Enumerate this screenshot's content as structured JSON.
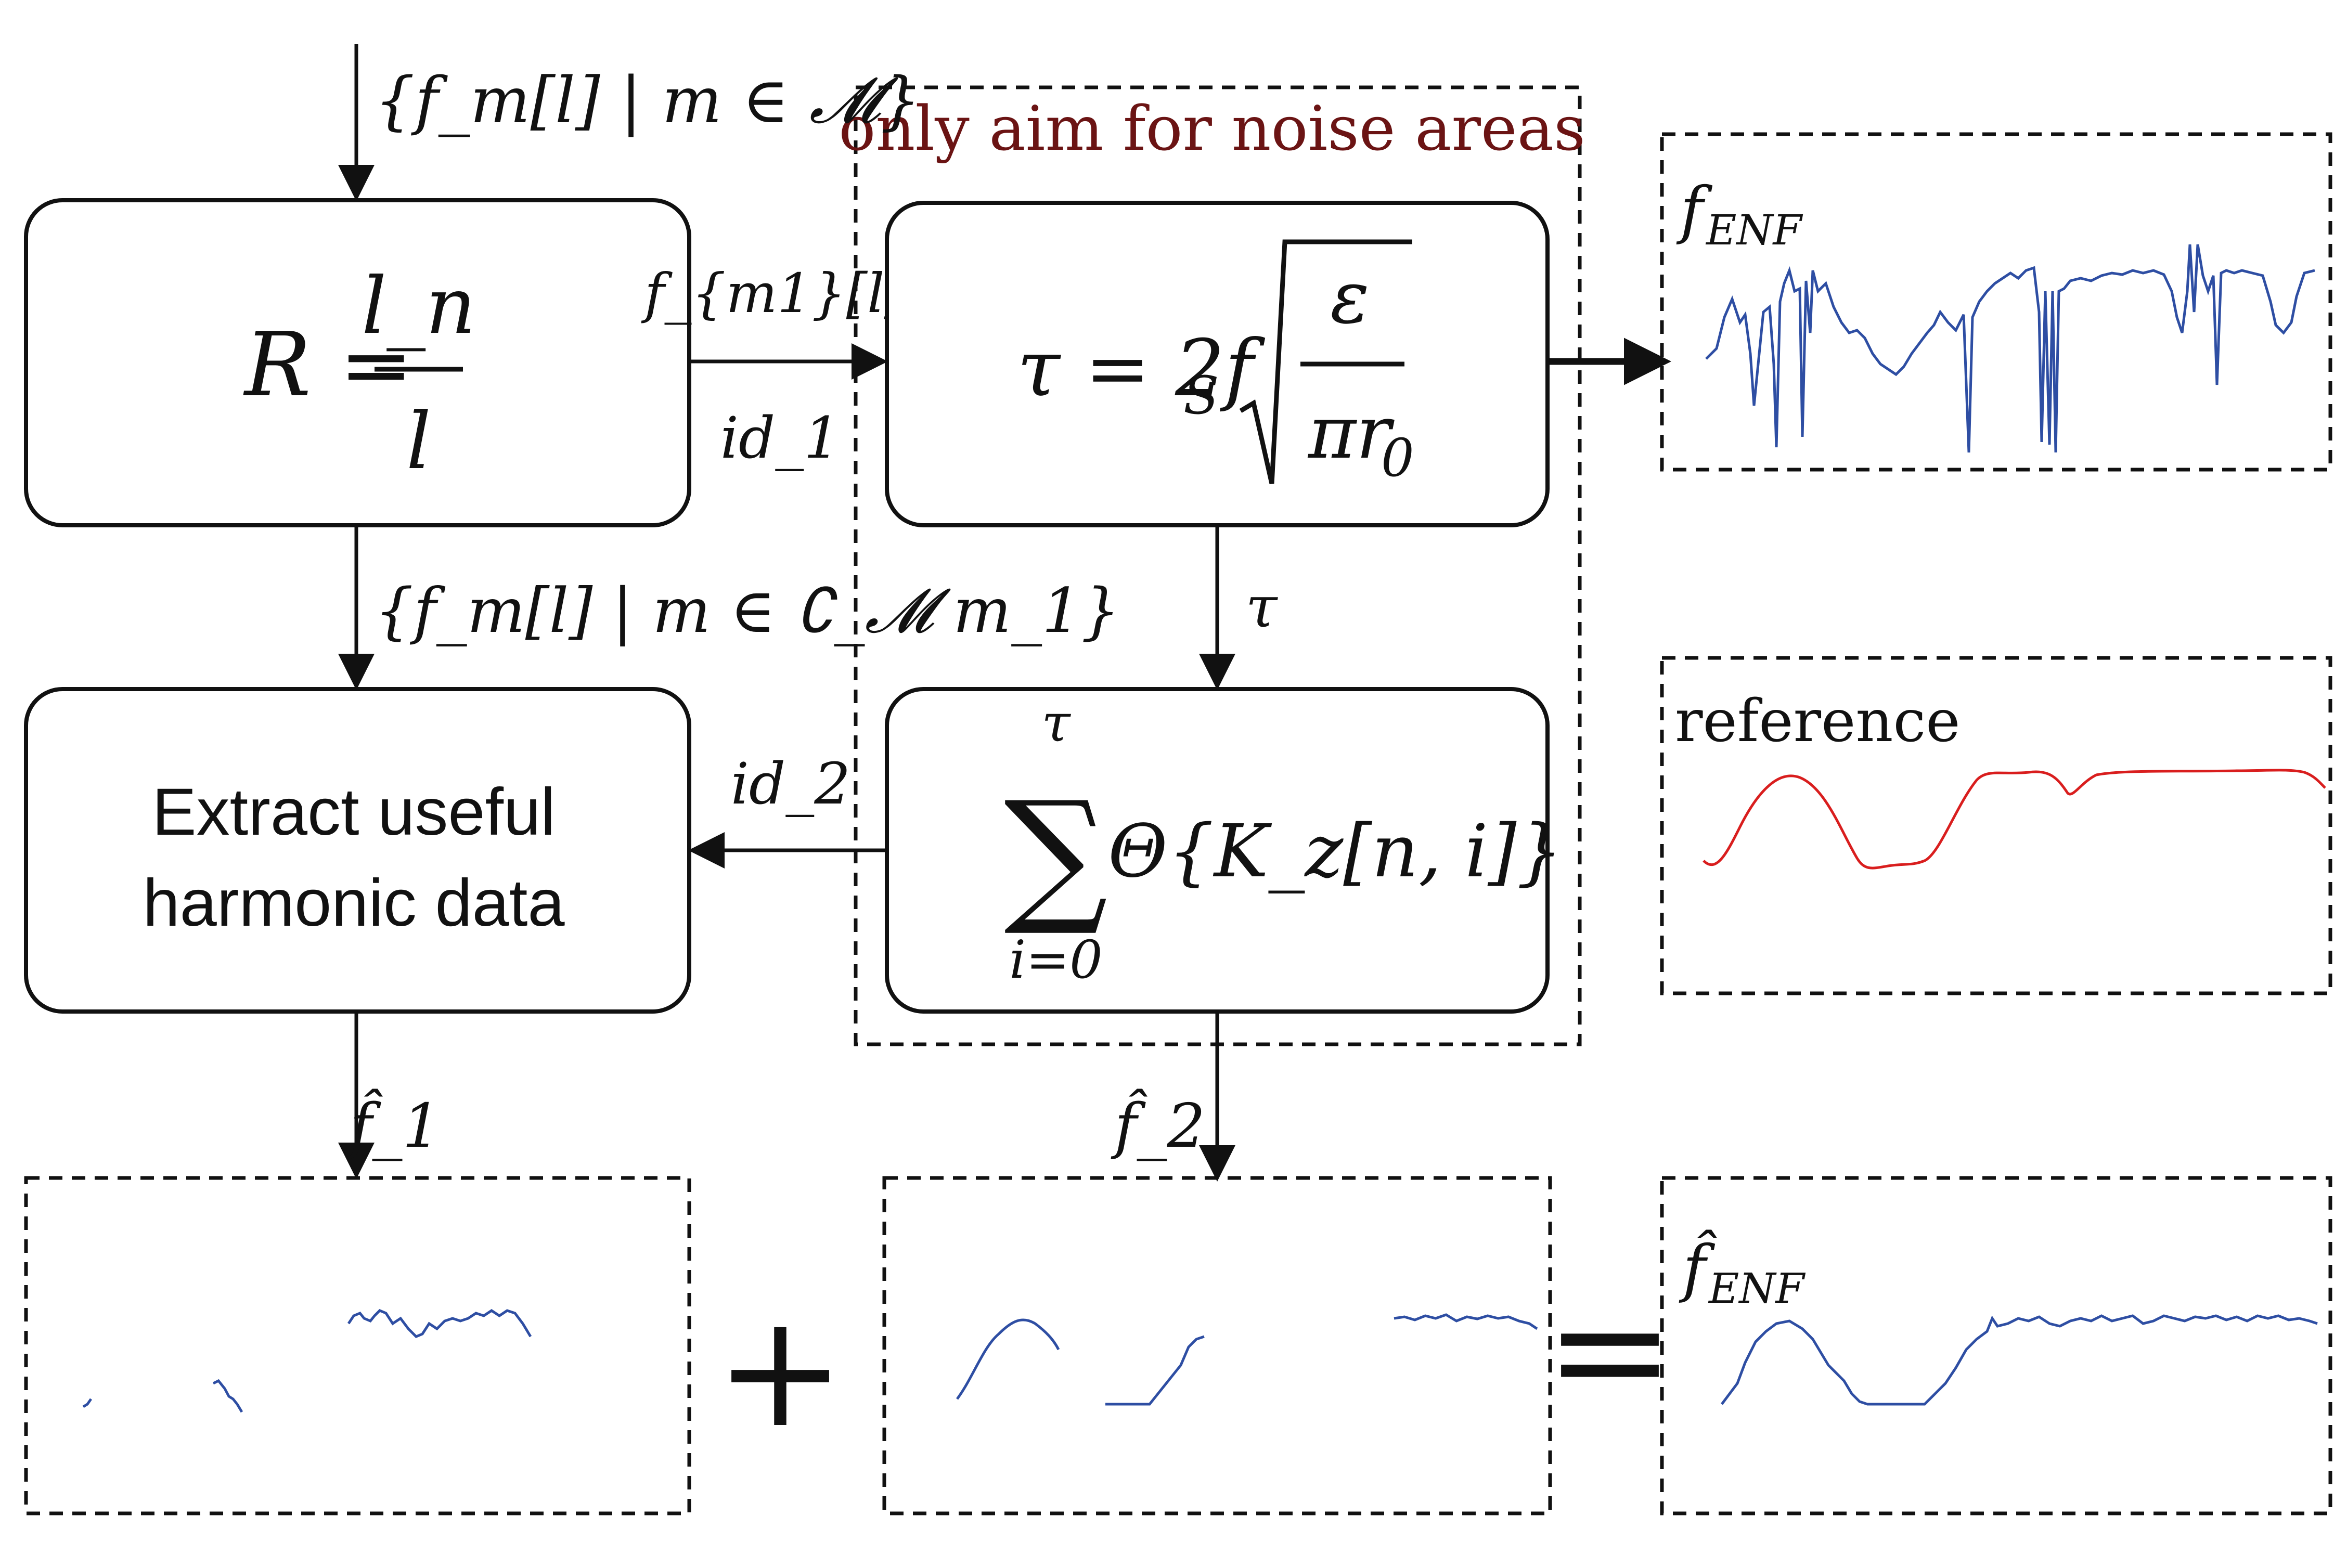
{
  "colors": {
    "stroke": "#111111",
    "signal": "#2e4ea3",
    "reference": "#d91e1e",
    "note": "#6b1414"
  },
  "input_label": "{f_m[l] | m ∈ 𝓜}",
  "ratio_box": {
    "lhs": "R =",
    "numerator": "l_n",
    "denominator": "l"
  },
  "edge_labels": {
    "f_m1": "f_{m1}[l]",
    "id1": "id_1",
    "complement": "{f_m[l] | m ∈ ∁_𝓜 m_1}",
    "tau": "τ",
    "id2": "id_2",
    "f1_hat": "f̂_1",
    "f2_hat": "f̂_2"
  },
  "noise_region_note": "only aim for noise areas",
  "tau_box": {
    "lhs": "τ = 2f",
    "sub": "S",
    "numerator": "ε",
    "denominator": "πr",
    "den_sub": "0"
  },
  "sum_box": {
    "upper": "τ",
    "lower": "i=0",
    "sigma": "∑",
    "body": "Θ{K_z[n, i]}"
  },
  "extract_box": {
    "line1": "Extract useful",
    "line2": "harmonic data"
  },
  "panels": {
    "enf": {
      "label": "f",
      "sub": "ENF"
    },
    "reference": {
      "label": "reference"
    },
    "enf_hat": {
      "label": "f̂",
      "sub": "ENF"
    }
  },
  "operators": {
    "plus": "+",
    "equals": "="
  }
}
